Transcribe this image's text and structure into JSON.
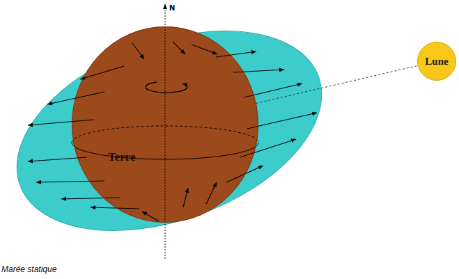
{
  "diagram": {
    "caption": "Marée statique",
    "nodes": [
      {
        "text": [
          "Terre"
        ]
      },
      {
        "text": [
          "Lune"
        ]
      }
    ],
    "edges": [
      {
        "from": 0,
        "to": 1,
        "arrow": "none"
      }
    ],
    "labels": [
      "N"
    ]
  }
}
